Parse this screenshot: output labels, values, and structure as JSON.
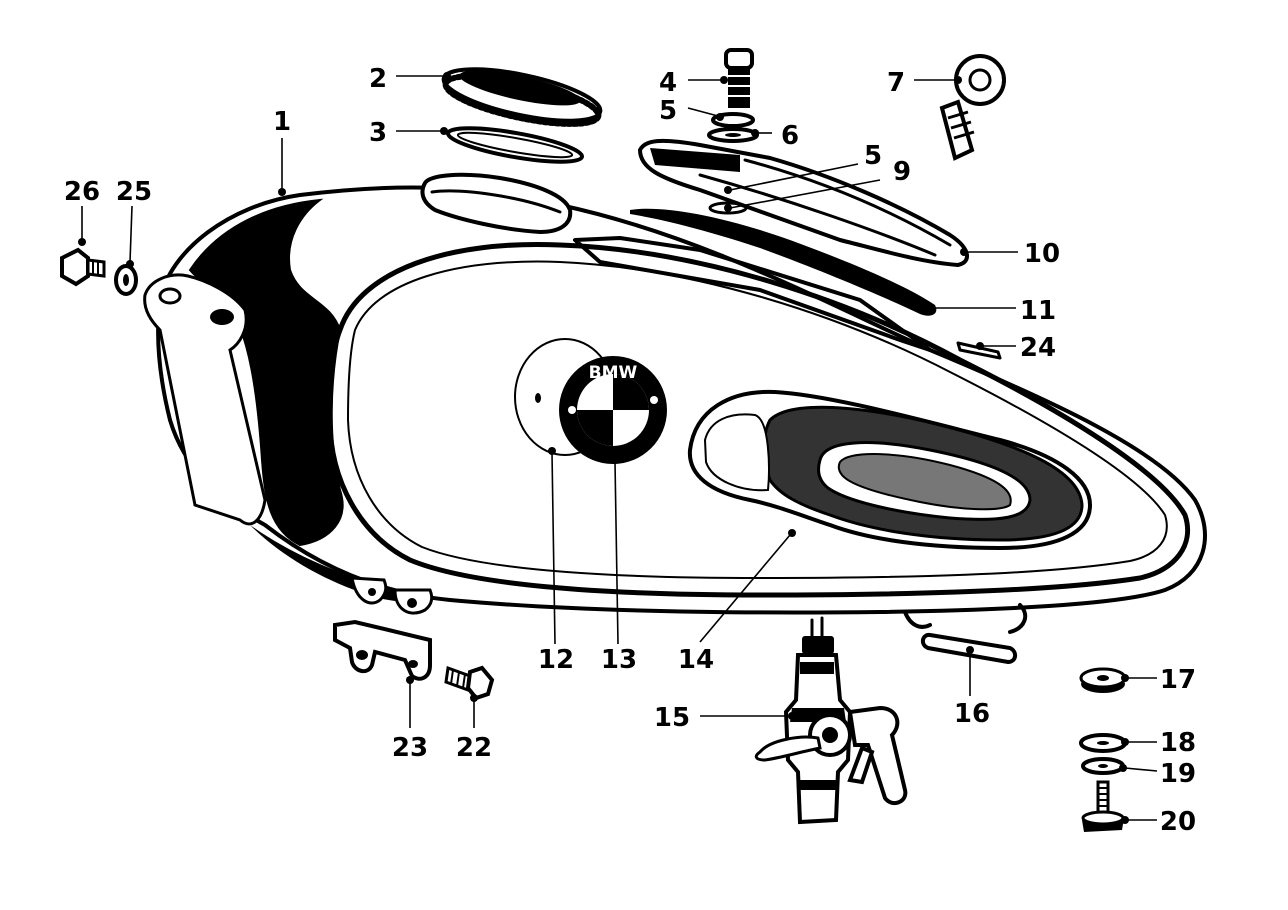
{
  "diagram": {
    "kind": "exploded parts diagram",
    "colors": {
      "ink": "#000000",
      "paper": "#ffffff"
    },
    "emblem_text": "BMW",
    "callouts": {
      "c1": "1",
      "c2": "2",
      "c3": "3",
      "c4": "4",
      "c5a": "5",
      "c6": "6",
      "c7": "7",
      "c5b": "5",
      "c9": "9",
      "c10": "10",
      "c11": "11",
      "c24": "24",
      "c26": "26",
      "c25": "25",
      "c12": "12",
      "c13": "13",
      "c14": "14",
      "c15": "15",
      "c16": "16",
      "c17": "17",
      "c18": "18",
      "c19": "19",
      "c20": "20",
      "c22": "22",
      "c23": "23"
    }
  }
}
